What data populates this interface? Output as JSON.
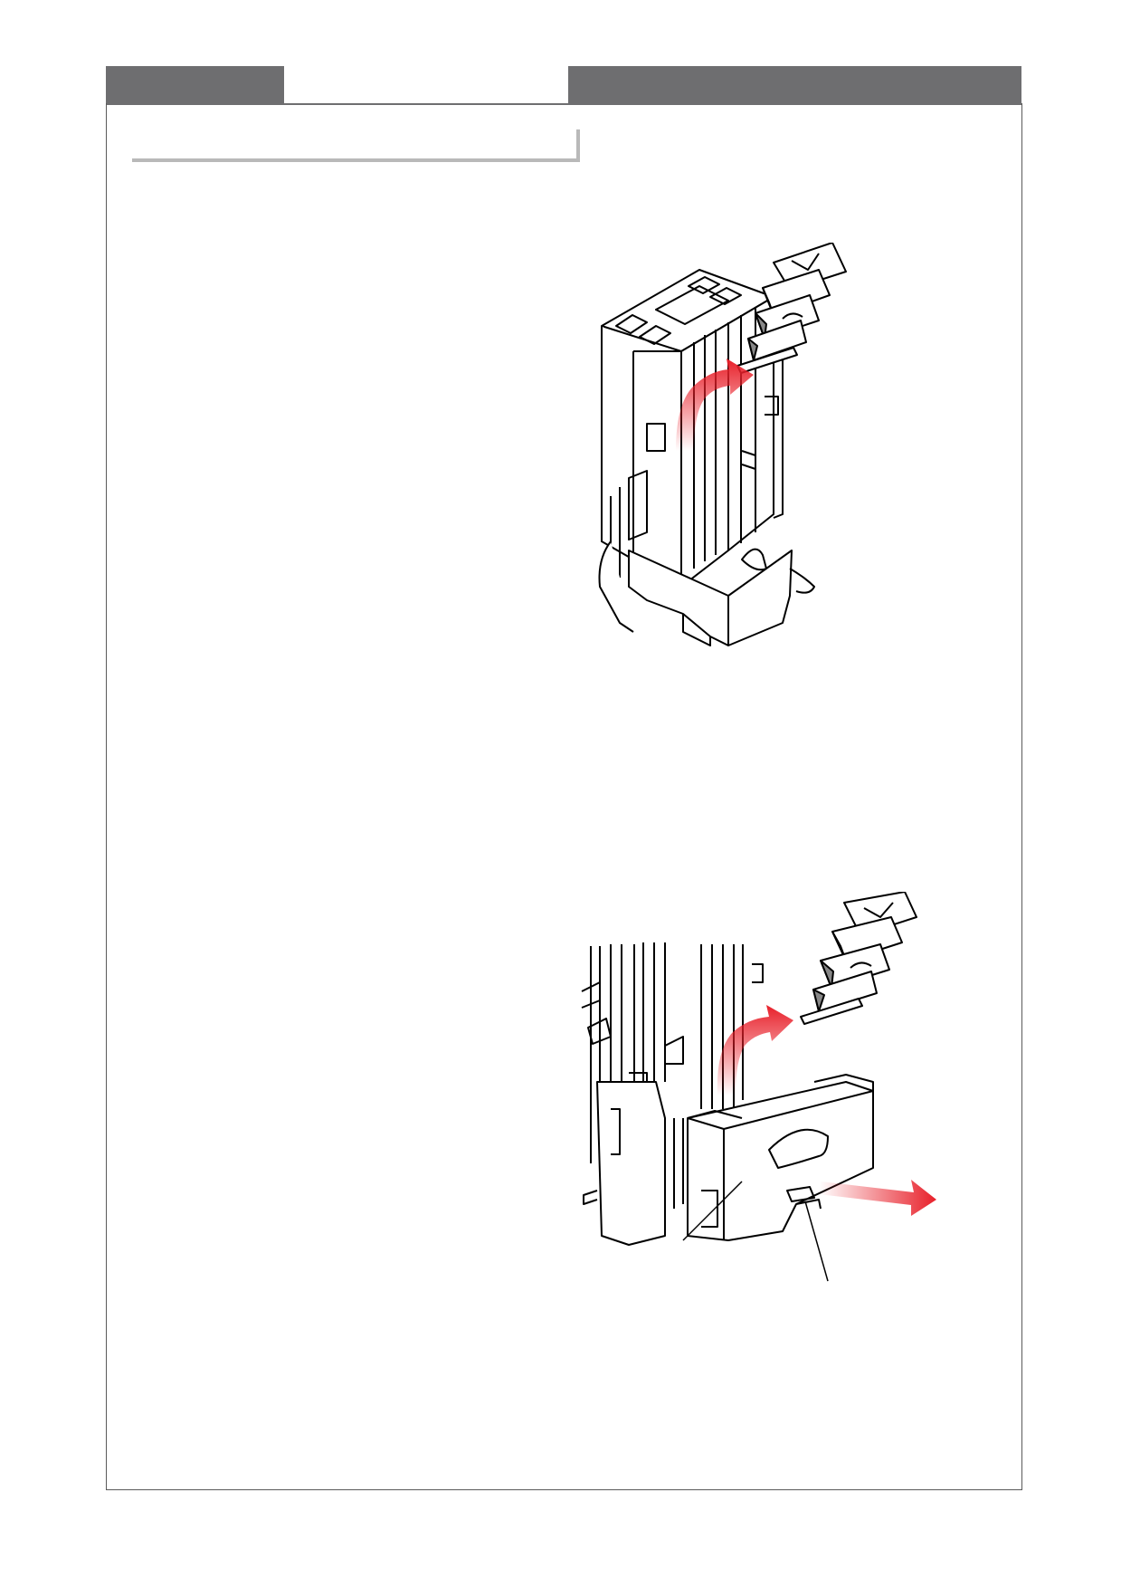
{
  "header": {
    "left_tab": "",
    "active_tab": "",
    "right_tab": ""
  },
  "section": {
    "title": ""
  },
  "figures": [
    {
      "id": "figure-1",
      "icons": [
        "validator-unit",
        "banknote-stack-icon",
        "arrow-up-icon"
      ],
      "colors": {
        "arrow": "#e8202a"
      }
    },
    {
      "id": "figure-2",
      "icons": [
        "cash-box-unit",
        "banknote-stack-icon",
        "arrow-up-icon",
        "arrow-right-icon"
      ],
      "colors": {
        "arrow": "#e8202a"
      }
    }
  ]
}
